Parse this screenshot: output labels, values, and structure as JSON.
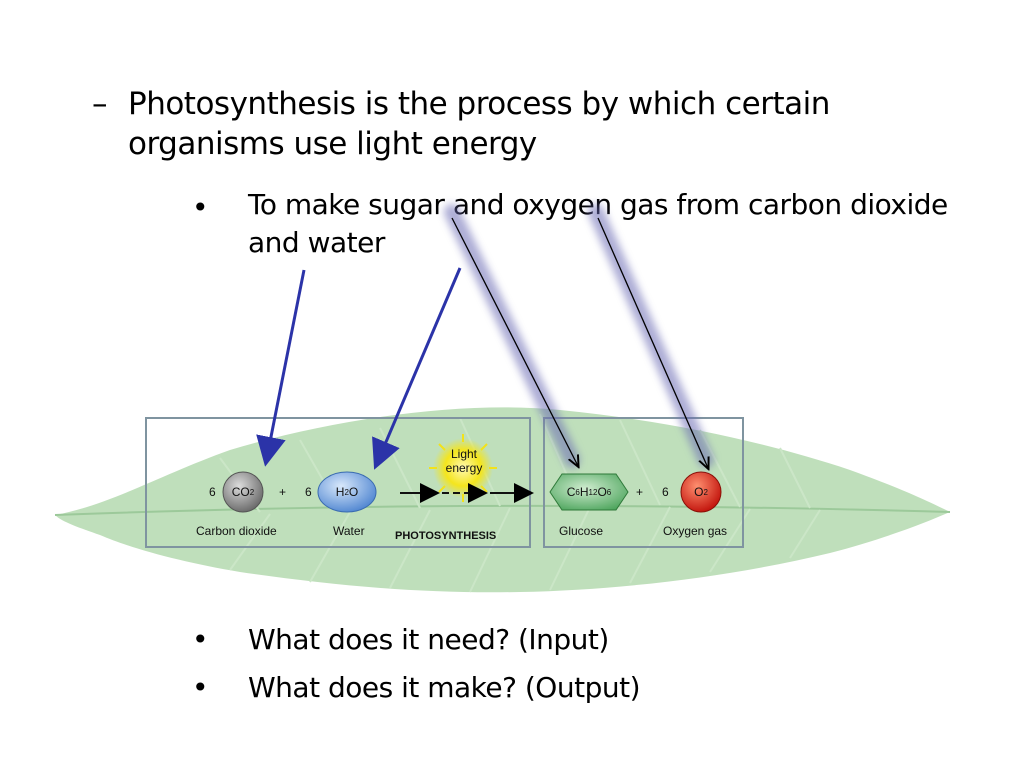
{
  "slide": {
    "dash": "–",
    "main_text": "Photosynthesis is the process by which certain organisms use light energy",
    "bullet": "•",
    "sub_text": "To make sugar and oxygen gas from carbon dioxide and water",
    "questions": [
      "What does it need? (Input)",
      "What does it make? (Output)"
    ]
  },
  "diagram": {
    "coef_co2": "6",
    "co2_main": "CO",
    "co2_sub": "2",
    "plus1": "+",
    "coef_h2o": "6",
    "h2o_h": "H",
    "h2o_sub": "2",
    "h2o_o": "O",
    "light_line1": "Light",
    "light_line2": "energy",
    "glucose_c": "C",
    "glucose_c_sub": "6",
    "glucose_h": "H",
    "glucose_h_sub": "12",
    "glucose_o": "O",
    "glucose_o_sub": "6",
    "plus2": "+",
    "coef_o2": "6",
    "o2_main": "O",
    "o2_sub": "2",
    "label_co2": "Carbon dioxide",
    "label_water": "Water",
    "label_process": "PHOTOSYNTHESIS",
    "label_glucose": "Glucose",
    "label_oxygen": "Oxygen gas"
  },
  "colors": {
    "leaf": "#a8d4a8",
    "box_border": "#7f94a0",
    "co2_ball": "#8c8c8c",
    "h2o_ball": "#5b8fd6",
    "glucose_hex": "#5fb06a",
    "o2_ball": "#d4261c",
    "light_burst": "#f2e21a",
    "arrow_blue": "#2b33a8"
  }
}
